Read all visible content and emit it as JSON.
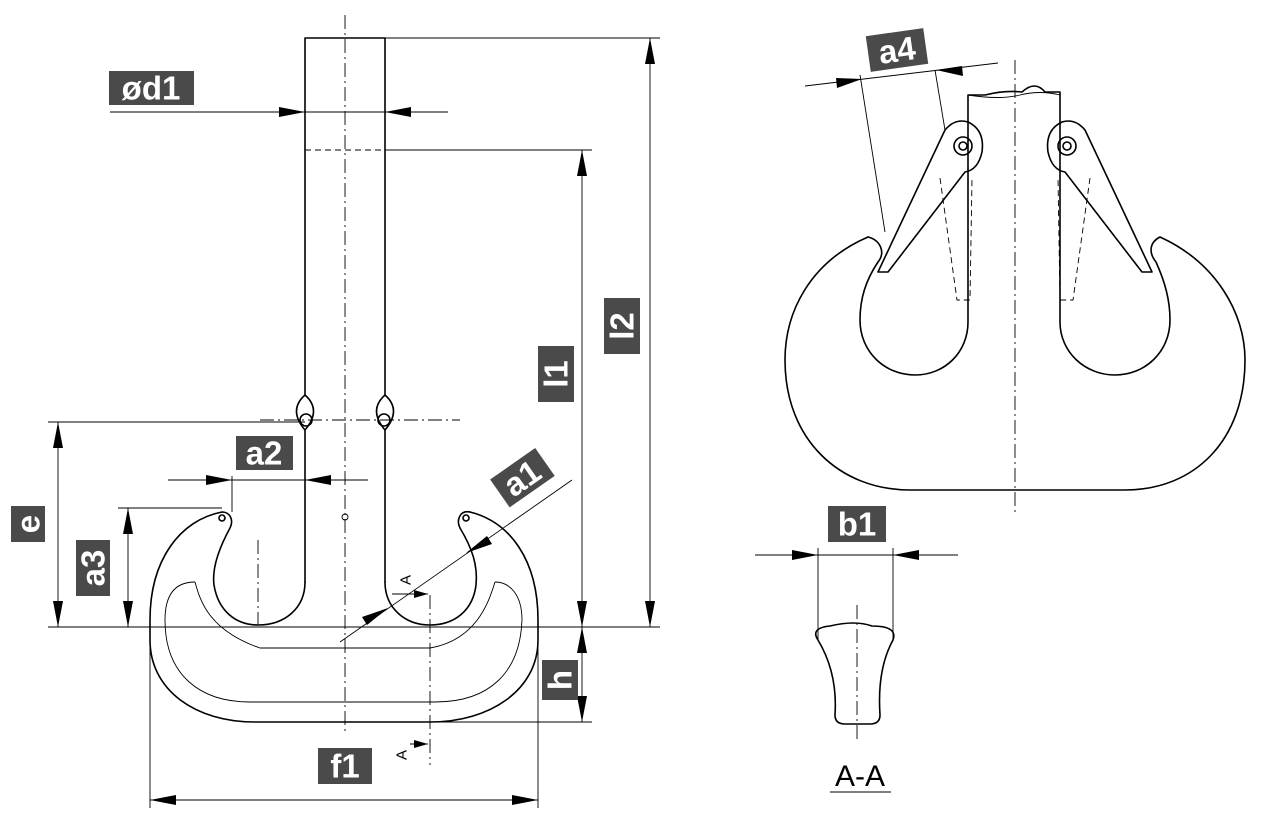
{
  "labels": {
    "d1": "ød1",
    "a1": "a1",
    "a2": "a2",
    "a3": "a3",
    "a4": "a4",
    "b1": "b1",
    "e": "e",
    "f1": "f1",
    "h": "h",
    "l1": "l1",
    "l2": "l2"
  },
  "section_marker": "A",
  "section_caption": "A-A",
  "colors": {
    "tag_background": "#4a4a4a",
    "tag_text": "#ffffff",
    "line": "#000000"
  }
}
